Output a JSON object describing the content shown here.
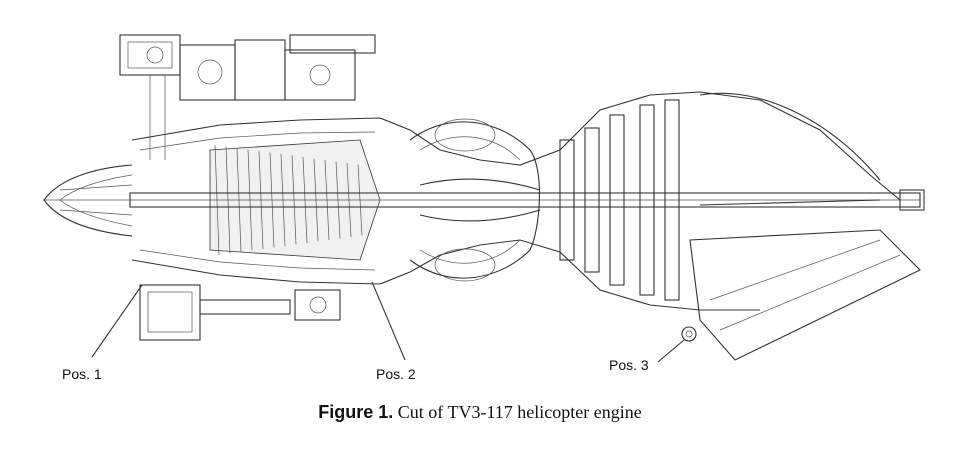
{
  "figure": {
    "callouts": [
      {
        "id": "pos1",
        "text": "Pos. 1"
      },
      {
        "id": "pos2",
        "text": "Pos. 2"
      },
      {
        "id": "pos3",
        "text": "Pos. 3"
      }
    ],
    "caption_label": "Figure 1.",
    "caption_text": "Cut of TV3-117 helicopter engine"
  }
}
